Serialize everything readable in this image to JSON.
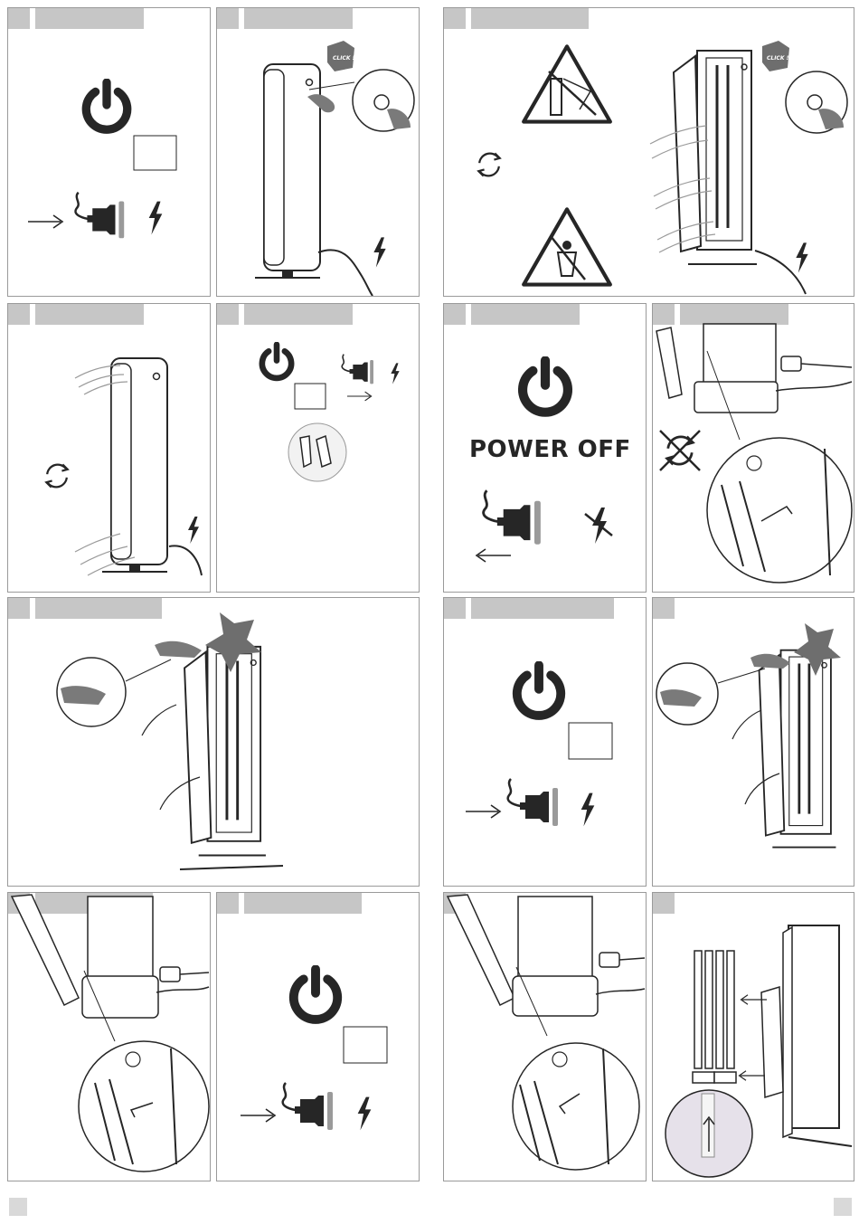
{
  "labels": {
    "power_off": "POWER OFF",
    "click_1": "CLICK !",
    "click_2": "CLICK !"
  },
  "colors": {
    "header_bar": "#c6c6c6",
    "panel_border": "#9a9a9a",
    "ink": "#262626",
    "plug_stripe": "#9a9a9a"
  },
  "icons": {
    "power": "power-icon",
    "plug": "plug-icon",
    "bolt": "lightning-bolt-icon",
    "rotate": "rotate-arrows-icon",
    "gloves": "gloves-icon",
    "warning": "warning-triangle-icon"
  }
}
